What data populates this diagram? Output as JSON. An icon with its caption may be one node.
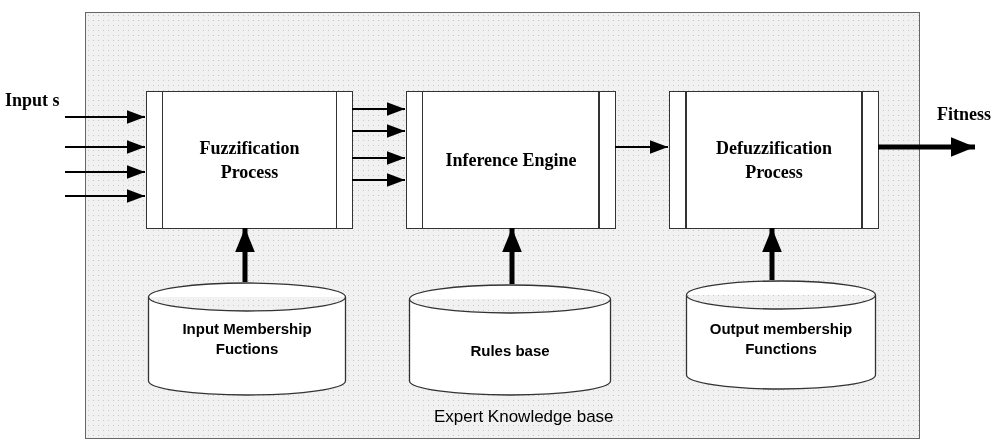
{
  "diagram": {
    "nodes": [
      {
        "text": [
          "Expert Knowledge base"
        ]
      },
      {
        "text": [
          "Fuzzification Process"
        ],
        "in": 0
      },
      {
        "text": [
          "Inference Engine"
        ],
        "in": 0
      },
      {
        "text": [
          "Defuzzification Process"
        ],
        "in": 0
      },
      {
        "text": [
          "Input Membership Fuctions"
        ],
        "in": 0
      },
      {
        "text": [
          "Rules base"
        ],
        "in": 0
      },
      {
        "text": [
          "Output membership Functions"
        ],
        "in": 0
      }
    ],
    "edges": [
      {
        "from": null,
        "to": 1,
        "arrow": "to"
      },
      {
        "from": null,
        "to": 1,
        "arrow": "to"
      },
      {
        "from": null,
        "to": 1,
        "arrow": "to"
      },
      {
        "from": null,
        "to": 1,
        "arrow": "to"
      },
      {
        "from": 1,
        "to": 2,
        "arrow": "to"
      },
      {
        "from": 1,
        "to": 2,
        "arrow": "to"
      },
      {
        "from": 1,
        "to": 2,
        "arrow": "to"
      },
      {
        "from": 1,
        "to": 2,
        "arrow": "to"
      },
      {
        "from": 2,
        "to": 3,
        "arrow": "to"
      },
      {
        "from": 4,
        "to": 1,
        "arrow": "to",
        "style": "thick"
      },
      {
        "from": 5,
        "to": 2,
        "arrow": "to",
        "style": "thick"
      },
      {
        "from": 6,
        "to": 3,
        "arrow": "to",
        "style": "thick"
      },
      {
        "from": 3,
        "to": null,
        "arrow": "to",
        "style": "thick",
        "label": "Fitness"
      }
    ],
    "labels": [
      "Input s"
    ]
  }
}
